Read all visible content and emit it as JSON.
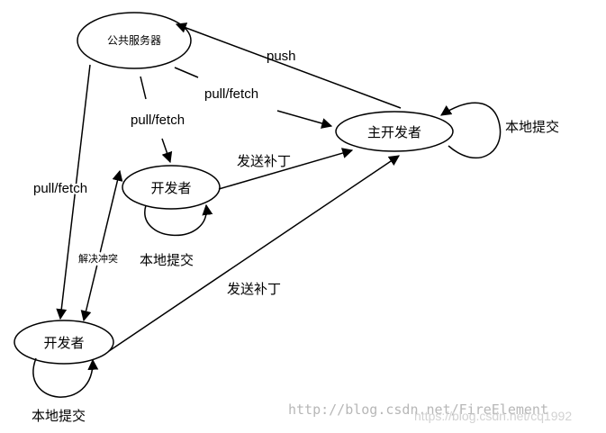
{
  "nodes": {
    "server": "公共服务器",
    "main_dev": "主开发者",
    "dev1": "开发者",
    "dev2": "开发者"
  },
  "edges": {
    "push": "push",
    "pull_fetch_server_main": "pull/fetch",
    "pull_fetch_server_dev1": "pull/fetch",
    "pull_fetch_server_dev2": "pull/fetch",
    "send_patch_dev1": "发送补丁",
    "send_patch_dev2": "发送补丁",
    "resolve_conflict": "解决冲突"
  },
  "self_loops": {
    "main_dev": "本地提交",
    "dev1": "本地提交",
    "dev2": "本地提交"
  },
  "watermark": {
    "url": "http://blog.csdn.net/FireElement",
    "url2": "https://blog.csdn.net/cq1992"
  }
}
